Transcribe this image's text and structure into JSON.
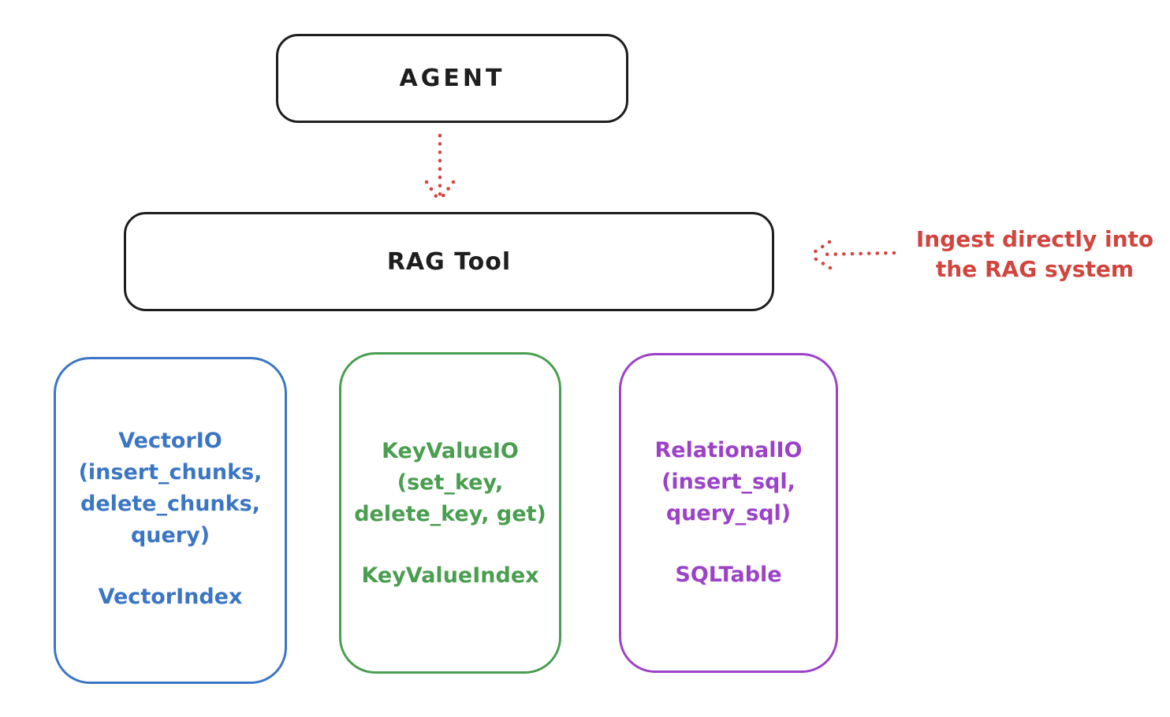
{
  "colors": {
    "ink": "#1e1e1e",
    "blue": "#3b76c4",
    "green": "#4a9e50",
    "purple": "#9c42c8",
    "red": "#d2453e",
    "background": "#ffffff"
  },
  "nodes": {
    "agent": {
      "label": "AGENT",
      "color": "#1e1e1e"
    },
    "rag_tool": {
      "label": "RAG Tool",
      "color": "#1e1e1e"
    },
    "vector_io": {
      "color": "#3b76c4",
      "lines": [
        "VectorIO",
        "(insert_chunks,",
        "delete_chunks,",
        "query)"
      ],
      "footer": "VectorIndex"
    },
    "key_value_io": {
      "color": "#4a9e50",
      "lines": [
        "KeyValueIO",
        "(set_key,",
        "delete_key, get)"
      ],
      "footer": "KeyValueIndex"
    },
    "relational_io": {
      "color": "#9c42c8",
      "lines": [
        "RelationalIO",
        "(insert_sql,",
        "query_sql)"
      ],
      "footer": "SQLTable"
    }
  },
  "annotation": {
    "color": "#d2453e",
    "lines": [
      "Ingest directly into",
      "the RAG system"
    ]
  },
  "arrows": {
    "agent_to_rag": {
      "style": "dotted",
      "color": "#d2453e",
      "direction": "down"
    },
    "ingest_to_rag": {
      "style": "dotted",
      "color": "#d2453e",
      "direction": "left"
    }
  }
}
